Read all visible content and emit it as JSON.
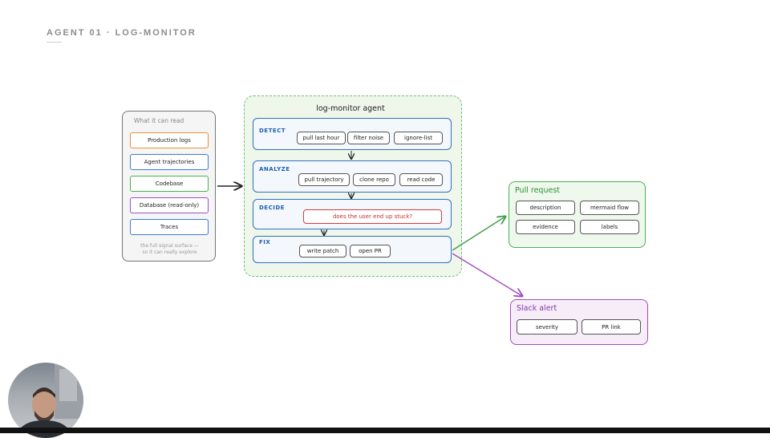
{
  "page_title": "AGENT 01 · LOG-MONITOR",
  "reads": {
    "title": "What it can read",
    "items": [
      {
        "label": "Production logs",
        "color": "#e8913a"
      },
      {
        "label": "Agent trajectories",
        "color": "#3a7bd5"
      },
      {
        "label": "Codebase",
        "color": "#4caf50"
      },
      {
        "label": "Database (read-only)",
        "color": "#9c4fc7"
      },
      {
        "label": "Traces",
        "color": "#3a7bd5"
      }
    ],
    "note_line1": "the full signal surface —",
    "note_line2": "so it can really explore"
  },
  "agent": {
    "title": "log-monitor agent",
    "detect": {
      "label": "DETECT",
      "steps": [
        "pull last hour",
        "filter noise",
        "ignore-list"
      ]
    },
    "analyze": {
      "label": "ANALYZE",
      "steps": [
        "pull trajectory",
        "clone repo",
        "read code"
      ]
    },
    "decide": {
      "label": "DECIDE",
      "question": "does the user end up stuck?"
    },
    "fix": {
      "label": "FIX",
      "steps": [
        "write patch",
        "open PR"
      ]
    }
  },
  "pull_request": {
    "title": "Pull request",
    "items": [
      "description",
      "mermaid flow",
      "evidence",
      "labels"
    ],
    "color": "#4caf50"
  },
  "slack_alert": {
    "title": "Slack alert",
    "items": [
      "severity",
      "PR link"
    ],
    "color": "#a24bc0"
  },
  "colors": {
    "section_blue": "#2f6fc4",
    "decide_red": "#d23c3c",
    "agent_bg": "#eef7ea",
    "agent_border": "#6cbf7a"
  }
}
